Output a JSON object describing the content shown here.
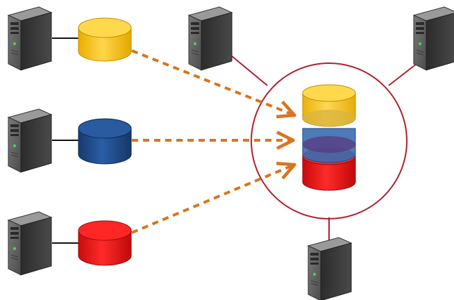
{
  "colors": {
    "background": "#ffffff",
    "connector": "#b0202a",
    "hub_ring": "#b0202a",
    "arrow": "#d9741f",
    "link_line": "#111111",
    "server_body": "#3a3a3a",
    "server_front": "#5a5a5a",
    "db_yellow": "#f7c21a",
    "db_blue": "#1f4a86",
    "db_red": "#e31414"
  },
  "nodes": [
    {
      "id": "source-server-yellow",
      "kind": "server-icon"
    },
    {
      "id": "source-server-blue",
      "kind": "server-icon"
    },
    {
      "id": "source-server-red",
      "kind": "server-icon"
    },
    {
      "id": "source-db-yellow",
      "kind": "database-icon",
      "color": "#f7c21a"
    },
    {
      "id": "source-db-blue",
      "kind": "database-icon",
      "color": "#1f4a86"
    },
    {
      "id": "source-db-red",
      "kind": "database-icon",
      "color": "#e31414"
    },
    {
      "id": "hub",
      "kind": "stacked-database-icon",
      "layers": [
        "#f7c21a",
        "#1f4a86",
        "#e31414"
      ]
    },
    {
      "id": "client-server-top-left",
      "kind": "server-icon"
    },
    {
      "id": "client-server-top-right",
      "kind": "server-icon"
    },
    {
      "id": "client-server-bottom",
      "kind": "server-icon"
    }
  ],
  "edges": [
    {
      "from": "source-db-yellow",
      "to": "hub",
      "style": "dashed-arrow"
    },
    {
      "from": "source-db-blue",
      "to": "hub",
      "style": "dashed-arrow"
    },
    {
      "from": "source-db-red",
      "to": "hub",
      "style": "dashed-arrow"
    },
    {
      "from": "hub",
      "to": "client-server-top-left",
      "style": "solid"
    },
    {
      "from": "hub",
      "to": "client-server-top-right",
      "style": "solid"
    },
    {
      "from": "hub",
      "to": "client-server-bottom",
      "style": "solid"
    }
  ]
}
